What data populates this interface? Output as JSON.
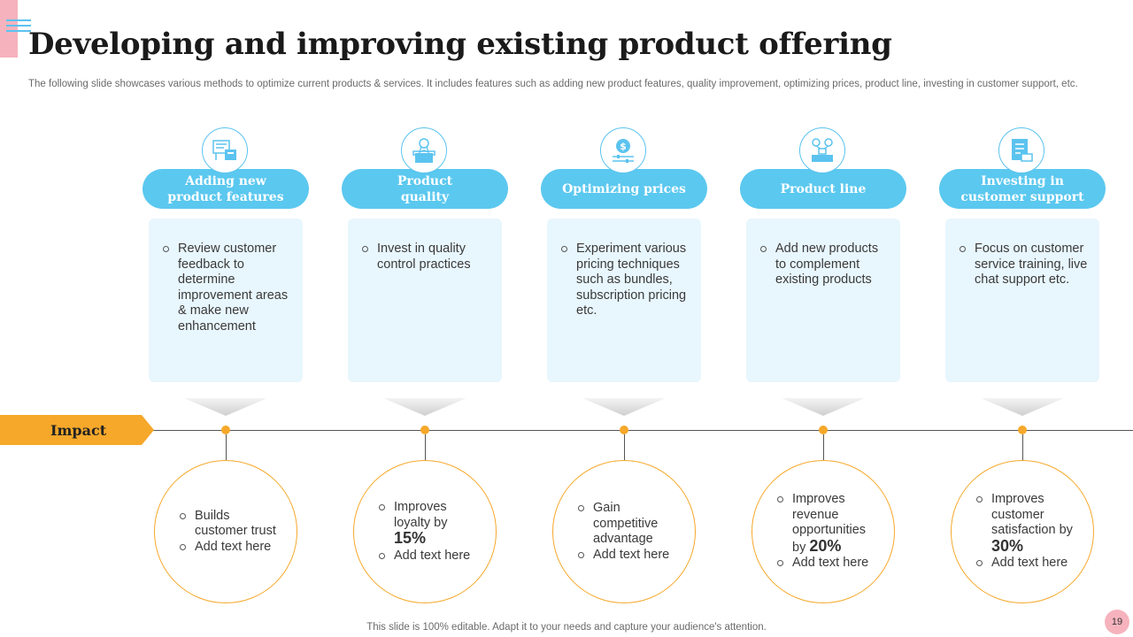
{
  "title": "Developing and improving existing product offering",
  "subtitle": "The following slide showcases various methods to optimize current products & services. It includes features such as adding new product features, quality improvement, optimizing prices, product line, investing in customer support, etc.",
  "colors": {
    "accent_blue": "#5bc8ef",
    "card_bg": "#e8f6fd",
    "impact_orange": "#f6a82a",
    "corner_pink": "#f6b3bd"
  },
  "columns": [
    {
      "icon": "feedback-board-icon",
      "heading_line1": "Adding new",
      "heading_line2": "product features",
      "description": "Review customer feedback to determine improvement areas & make new enhancement"
    },
    {
      "icon": "quality-box-icon",
      "heading_line1": "Product",
      "heading_line2": "quality",
      "description": "Invest in quality control practices"
    },
    {
      "icon": "price-dollar-icon",
      "heading_line1": "Optimizing prices",
      "heading_line2": "",
      "description": "Experiment various pricing techniques such as bundles, subscription pricing etc."
    },
    {
      "icon": "product-line-icon",
      "heading_line1": "Product line",
      "heading_line2": "",
      "description": "Add new products to complement existing products"
    },
    {
      "icon": "customer-support-icon",
      "heading_line1": "Investing in",
      "heading_line2": "customer support",
      "description": "Focus on customer service training, live chat support etc."
    }
  ],
  "impact": {
    "label": "Impact",
    "items": [
      {
        "line1": "Builds customer trust",
        "value": "",
        "line2": "Add text here"
      },
      {
        "line1": "Improves loyalty by",
        "value": "15%",
        "line2": "Add text here"
      },
      {
        "line1": "Gain competitive advantage",
        "value": "",
        "line2": "Add text here"
      },
      {
        "line1": "Improves revenue opportunities by",
        "value": "20%",
        "line2": "Add text here"
      },
      {
        "line1": "Improves customer satisfaction by",
        "value": "30%",
        "line2": "Add text here"
      }
    ]
  },
  "footer": "This slide is 100% editable. Adapt it to your needs and capture your audience's attention.",
  "page_number": "19"
}
